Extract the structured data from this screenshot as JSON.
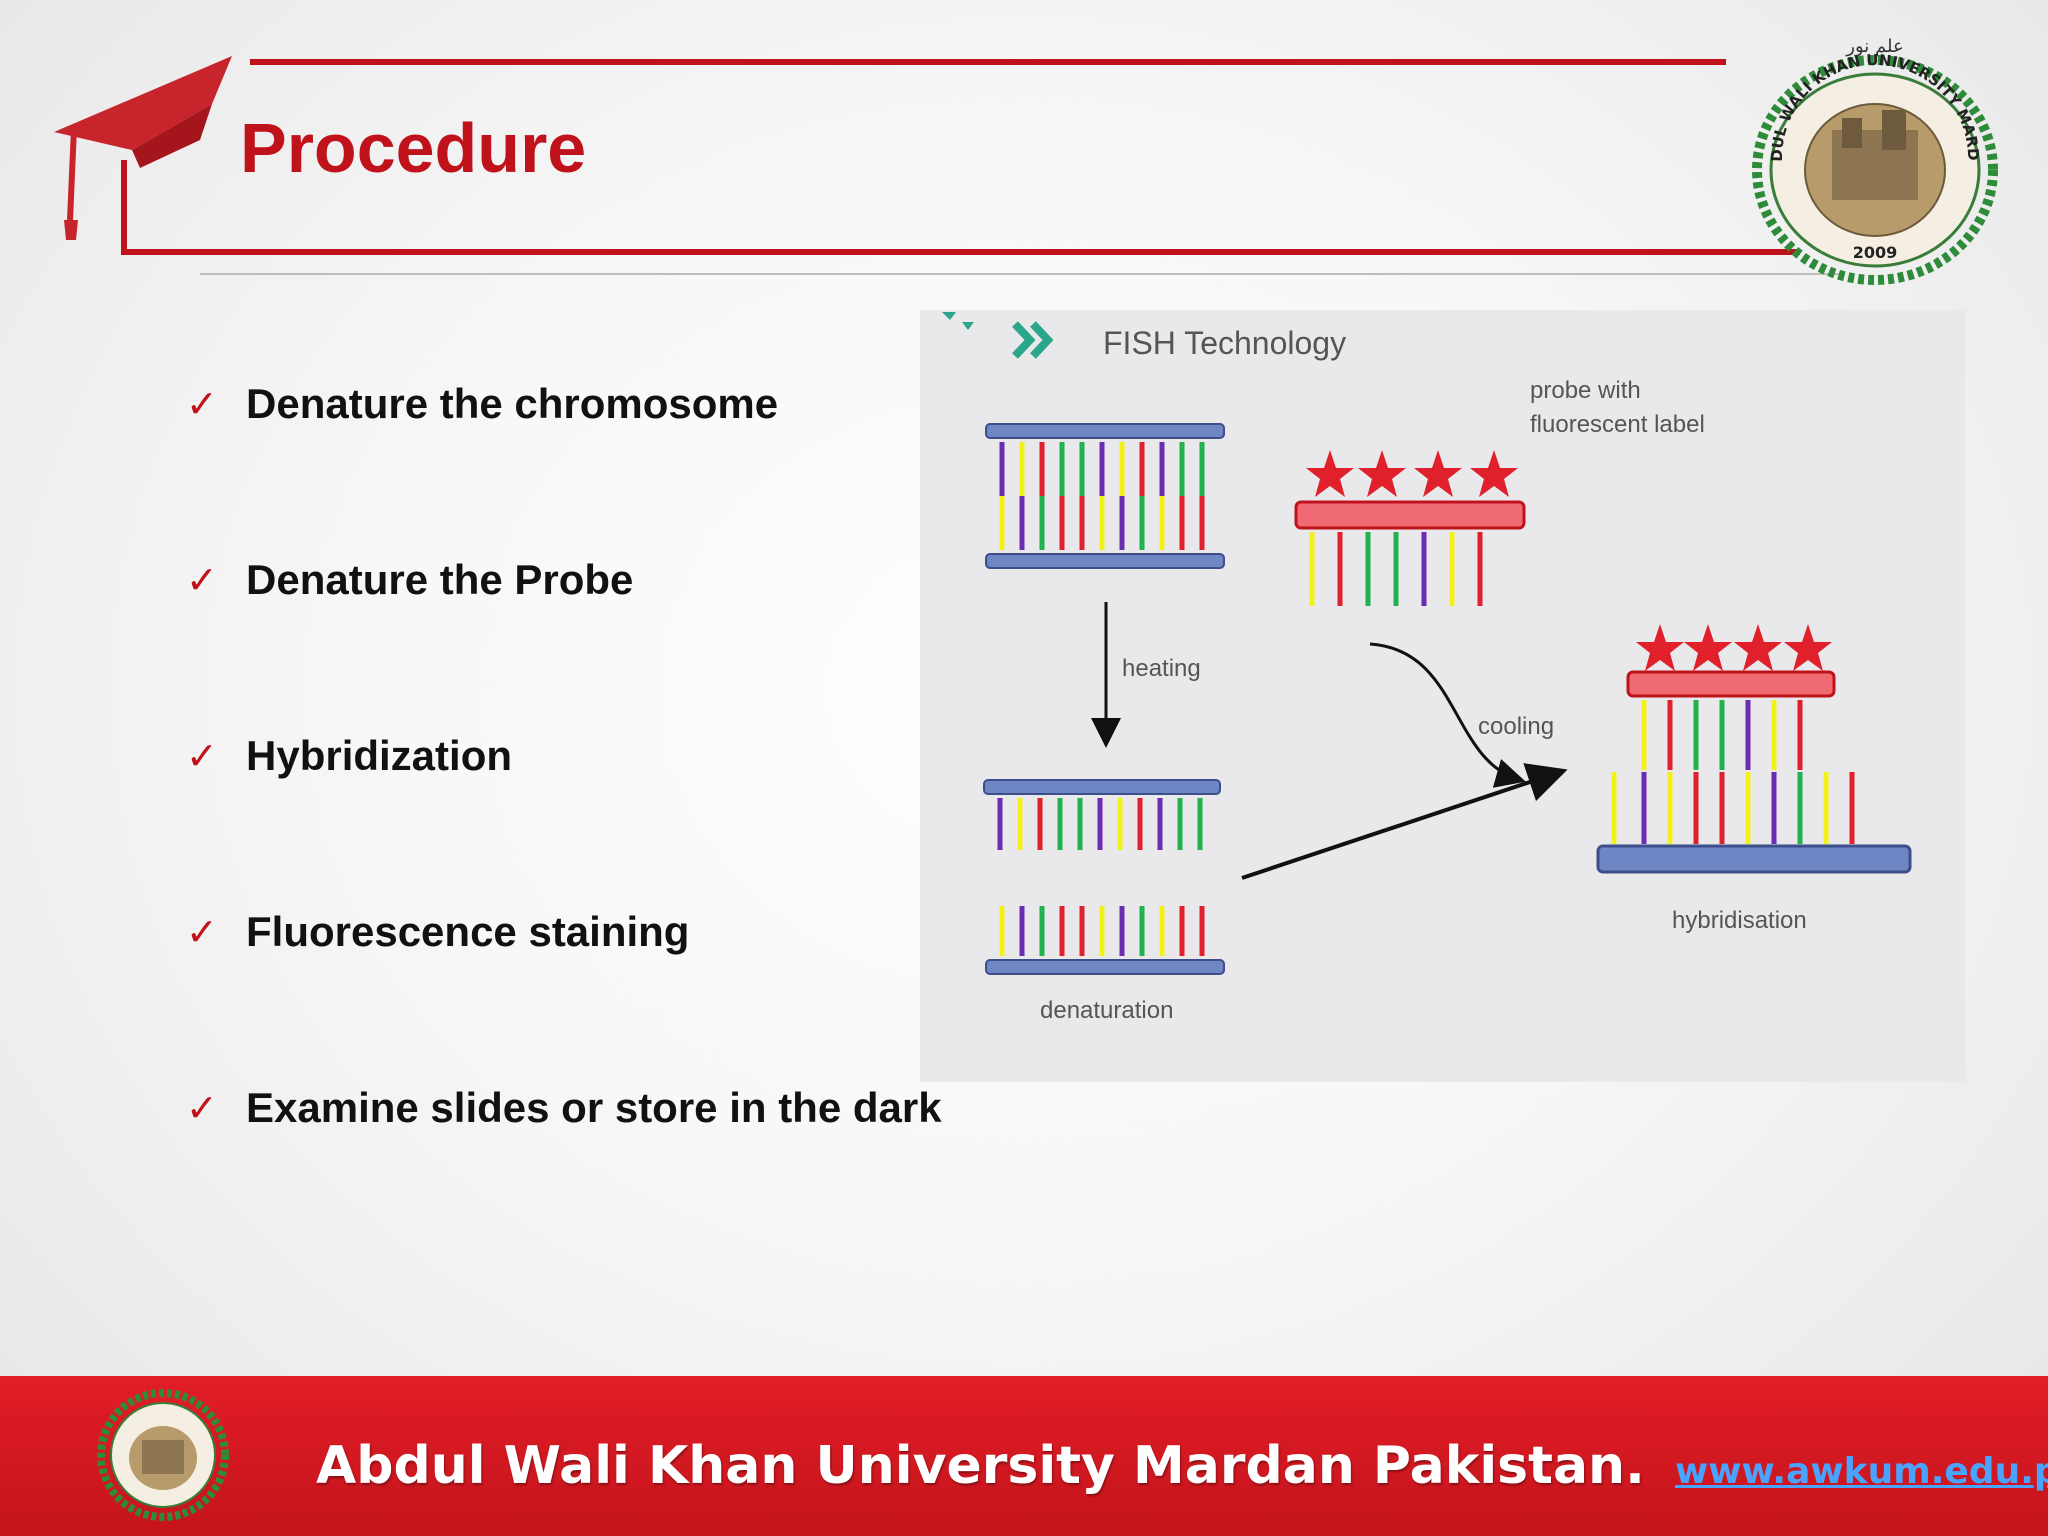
{
  "slide": {
    "title": "Procedure",
    "bullets": [
      "Denature the chromosome",
      "Denature the Probe",
      "Hybridization",
      "Fluorescence staining",
      "Examine slides or store in the dark"
    ],
    "bullet_icon": "checkmark-icon"
  },
  "figure": {
    "title": "FISH Technology",
    "probe_label_line1": "probe with",
    "probe_label_line2": "fluorescent label",
    "heating_label": "heating",
    "cooling_label": "cooling",
    "denaturation_label": "denaturation",
    "hybridisation_label": "hybridisation",
    "colors": {
      "red": "#e0202a",
      "yellow": "#f2f21a",
      "green": "#22b14c",
      "purple": "#6a2cb0",
      "backbone": "#6f86c4"
    }
  },
  "logo": {
    "top_text": "علم نور",
    "ring_text": "ABDUL WALI KHAN UNIVERSITY MARDAN",
    "year": "2009"
  },
  "footer": {
    "university": "Abdul Wali Khan University Mardan Pakistan.",
    "link": "www.awkum.edu.pk"
  },
  "theme": {
    "accent": "#c0121b",
    "footer_red": "#d81920",
    "link_blue": "#4aa3ff"
  }
}
